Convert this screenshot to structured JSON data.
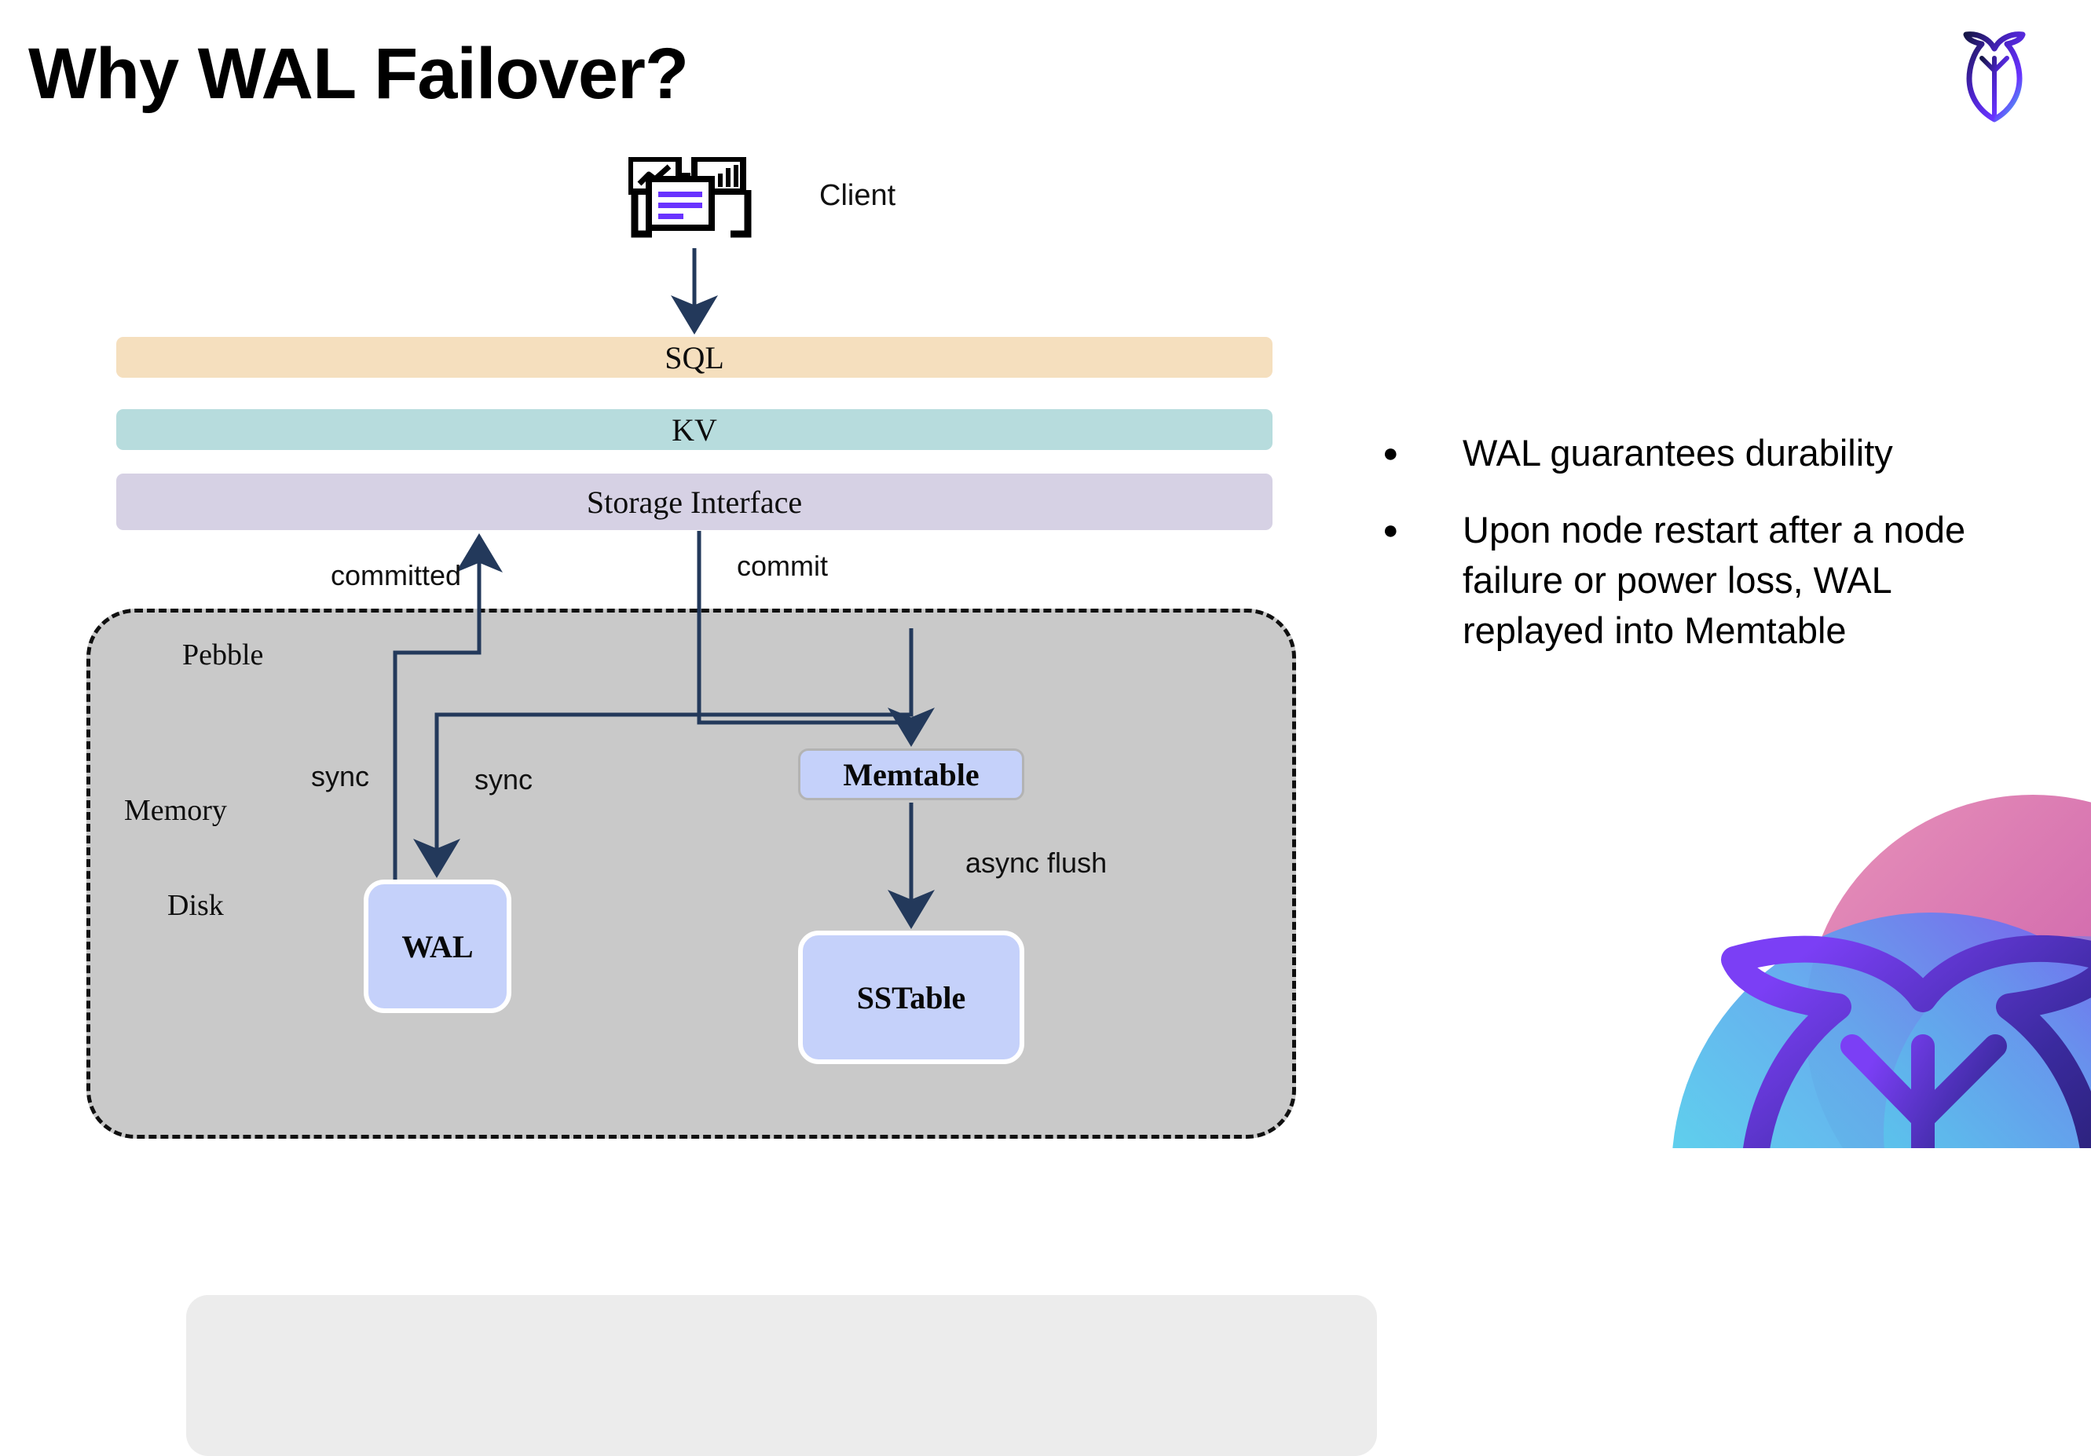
{
  "slide": {
    "title": "Why WAL Failover?"
  },
  "brand": {
    "logo_icon": "cockroachdb-logo-icon",
    "corner_art_icon": "cockroachdb-decorative-logo-icon",
    "gradient_dark": "#161647",
    "gradient_purple": "#6933ff",
    "gradient_cyan": "#43e0e8",
    "gradient_pink": "#e05fa3",
    "gradient_magenta": "#c0399f"
  },
  "diagram": {
    "client": {
      "label": "Client",
      "icon": "client-workstation-icon",
      "accent_color": "#6933ff"
    },
    "layers": [
      {
        "id": "sql",
        "label": "SQL",
        "color": "#f5dfbe"
      },
      {
        "id": "kv",
        "label": "KV",
        "color": "#b7dcdd"
      },
      {
        "id": "storage",
        "label": "Storage Interface",
        "color": "#d6d1e4"
      }
    ],
    "pebble": {
      "label": "Pebble",
      "fill": "#c9c9c9",
      "border": "#101010"
    },
    "memory": {
      "label": "Memory",
      "fill": "#ececec"
    },
    "disk": {
      "label": "Disk"
    },
    "nodes": [
      {
        "id": "memtable",
        "label": "Memtable",
        "fill": "#c5d1fa"
      },
      {
        "id": "wal",
        "label": "WAL",
        "fill": "#c5d1fa"
      },
      {
        "id": "sstable",
        "label": "SSTable",
        "fill": "#c5d1fa"
      }
    ],
    "edges": [
      {
        "id": "committed",
        "label": "committed"
      },
      {
        "id": "commit",
        "label": "commit"
      },
      {
        "id": "sync-left",
        "label": "sync"
      },
      {
        "id": "sync-right",
        "label": "sync"
      },
      {
        "id": "async-flush",
        "label": "async flush"
      }
    ],
    "arrow_color": "#23395b"
  },
  "bullets": [
    {
      "marker": "●",
      "text": "WAL guarantees durability"
    },
    {
      "marker": "●",
      "text": "Upon node restart after a node failure or power loss, WAL replayed into Memtable"
    }
  ]
}
